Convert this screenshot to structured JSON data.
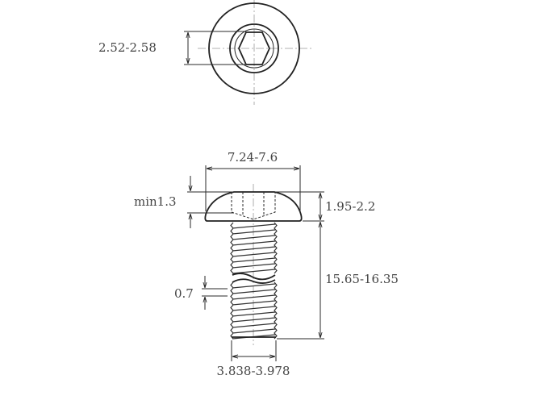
{
  "dimensions": {
    "hex_socket": "2.52-2.58",
    "head_diameter": "7.24-7.6",
    "socket_depth": "min1.3",
    "head_height": "1.95-2.2",
    "thread_pitch": "0.7",
    "length": "15.65-16.35",
    "thread_diameter": "3.838-3.978"
  }
}
